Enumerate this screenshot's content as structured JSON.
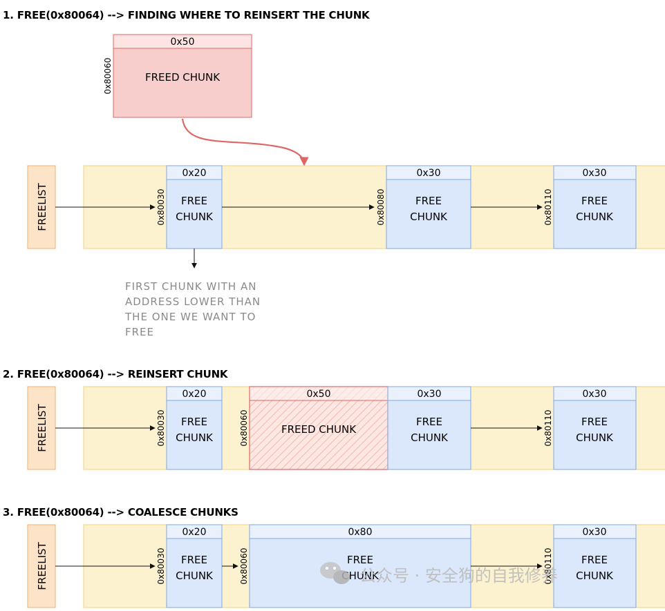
{
  "sections": [
    {
      "title": "1. FREE(0x80064) --> FINDING WHERE TO REINSERT THE CHUNK"
    },
    {
      "title": "2. FREE(0x80064) --> REINSERT CHUNK"
    },
    {
      "title": "3. FREE(0x80064) --> COALESCE CHUNKS"
    }
  ],
  "freelist_label": "FREELIST",
  "section1": {
    "freed": {
      "size": "0x50",
      "addr": "0x80060",
      "label": "FREED CHUNK"
    },
    "chunks": [
      {
        "size": "0x20",
        "addr": "0x80030",
        "line1": "FREE",
        "line2": "CHUNK"
      },
      {
        "size": "0x30",
        "addr": "0x80080",
        "line1": "FREE",
        "line2": "CHUNK"
      },
      {
        "size": "0x30",
        "addr": "0x80110",
        "line1": "FREE",
        "line2": "CHUNK"
      }
    ],
    "note": [
      "FIRST CHUNK WITH AN",
      "ADDRESS LOWER THAN",
      "THE ONE WE WANT TO",
      "FREE"
    ]
  },
  "section2": {
    "chunks": [
      {
        "size": "0x20",
        "addr": "0x80030",
        "line1": "FREE",
        "line2": "CHUNK"
      },
      {
        "size": "0x50",
        "addr": "0x80060",
        "label": "FREED CHUNK"
      },
      {
        "size": "0x30",
        "line1": "FREE",
        "line2": "CHUNK"
      },
      {
        "size": "0x30",
        "addr": "0x80110",
        "line1": "FREE",
        "line2": "CHUNK"
      }
    ]
  },
  "section3": {
    "chunks": [
      {
        "size": "0x20",
        "addr": "0x80030",
        "line1": "FREE",
        "line2": "CHUNK"
      },
      {
        "size": "0x80",
        "addr": "0x80060",
        "line1": "FREE",
        "line2": "CHUNK"
      },
      {
        "size": "0x30",
        "addr": "0x80110",
        "line1": "FREE",
        "line2": "CHUNK"
      }
    ]
  },
  "watermark": "公众号 · 安全狗的自我修养",
  "colors": {
    "heap_fill": "#fdf2d0",
    "heap_stroke": "#f2d27a",
    "chunk_fill": "#dbe8fc",
    "chunk_stroke": "#7ea6e0",
    "freed_fill": "#f8cecc",
    "freed_stroke": "#e06666",
    "freelist_fill": "#fde3c8",
    "freelist_stroke": "#f0b070",
    "arrow_red": "#e06666"
  }
}
